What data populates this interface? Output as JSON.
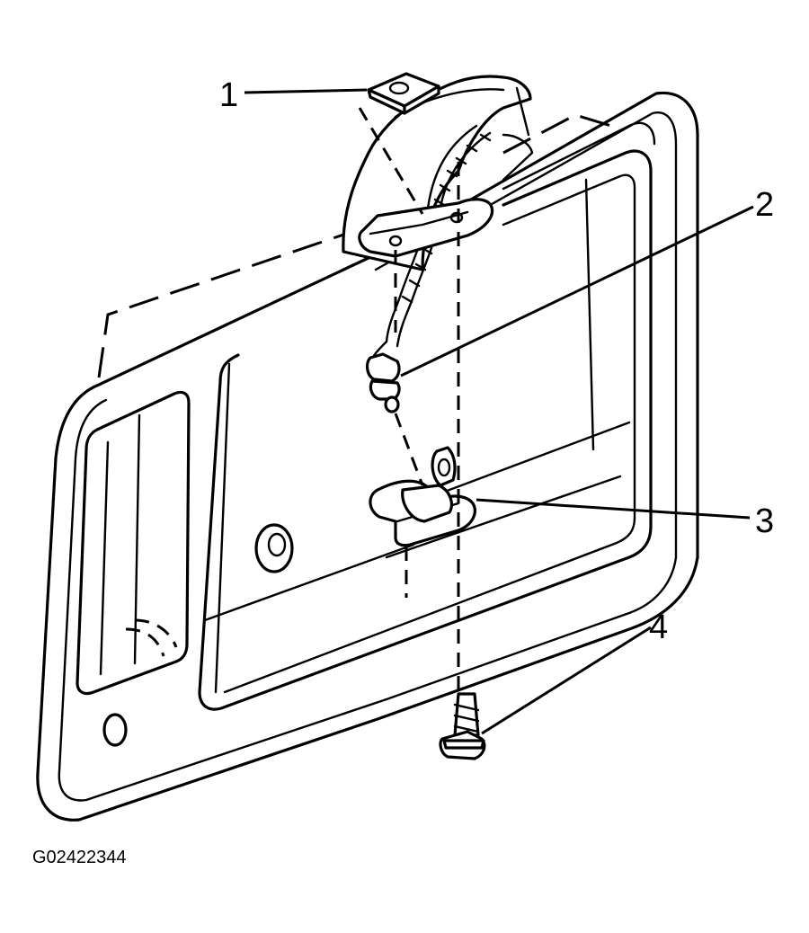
{
  "callouts": {
    "c1": "1",
    "c2": "2",
    "c3": "3",
    "c4": "4"
  },
  "figure_id": "G02422344"
}
